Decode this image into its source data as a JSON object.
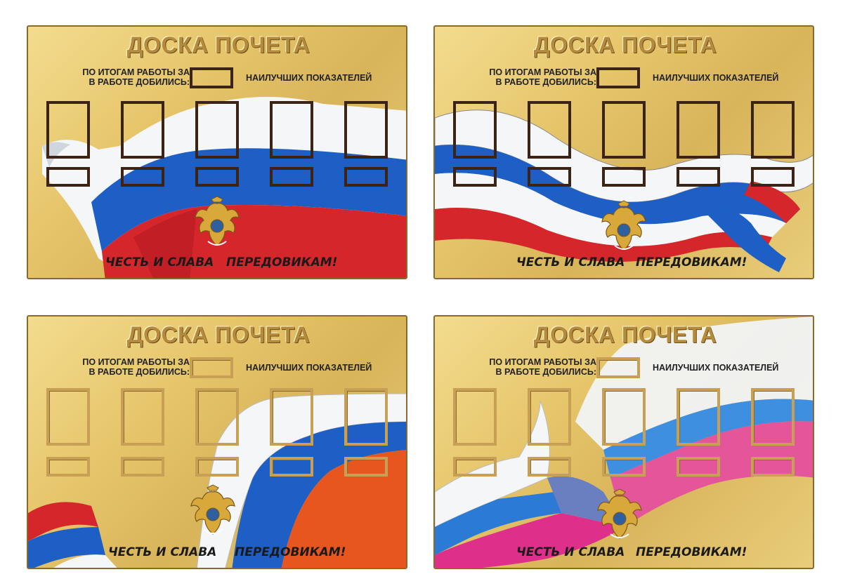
{
  "boards": [
    {
      "title": "ДОСКА ПОЧЕТА",
      "subtitle_left": "ПО ИТОГАМ РАБОТЫ ЗА\nВ РАБОТЕ ДОБИЛИСЬ:",
      "subtitle_right": "НАИЛУЧШИХ ПОКАЗАТЕЛЕЙ",
      "slogan_a": "ЧЕСТЬ И СЛАВА",
      "slogan_b": "ПЕРЕДОВИКАМ!"
    },
    {
      "title": "ДОСКА ПОЧЕТА",
      "subtitle_left": "ПО ИТОГАМ РАБОТЫ ЗА\nВ РАБОТЕ ДОБИЛИСЬ:",
      "subtitle_right": "НАИЛУЧШИХ ПОКАЗАТЕЛЕЙ",
      "slogan_a": "ЧЕСТЬ И СЛАВА",
      "slogan_b": "ПЕРЕДОВИКАМ!"
    },
    {
      "title": "ДОСКА ПОЧЕТА",
      "subtitle_left": "ПО ИТОГАМ РАБОТЫ ЗА\nВ РАБОТЕ ДОБИЛИСЬ:",
      "subtitle_right": "НАИЛУЧШИХ ПОКАЗАТЕЛЕЙ",
      "slogan_a": "ЧЕСТЬ И СЛАВА",
      "slogan_b": "ПЕРЕДОВИКАМ!"
    },
    {
      "title": "ДОСКА ПОЧЕТА",
      "subtitle_left": "ПО ИТОГАМ РАБОТЫ ЗА\nВ РАБОТЕ ДОБИЛИСЬ:",
      "subtitle_right": "НАИЛУЧШИХ ПОКАЗАТЕЛЕЙ",
      "slogan_a": "ЧЕСТЬ И СЛАВА",
      "slogan_b": "ПЕРЕДОВИКАМ!"
    }
  ],
  "colors": {
    "flag_white": "#f4f6f8",
    "flag_blue": "#1d5fc4",
    "flag_red": "#d4262b",
    "frame_dark": "#3b2416",
    "frame_gold": "#c79f55",
    "gold_bg": "#e6c56a"
  },
  "icons": {
    "emblem": "double-headed-eagle-emblem-icon"
  }
}
